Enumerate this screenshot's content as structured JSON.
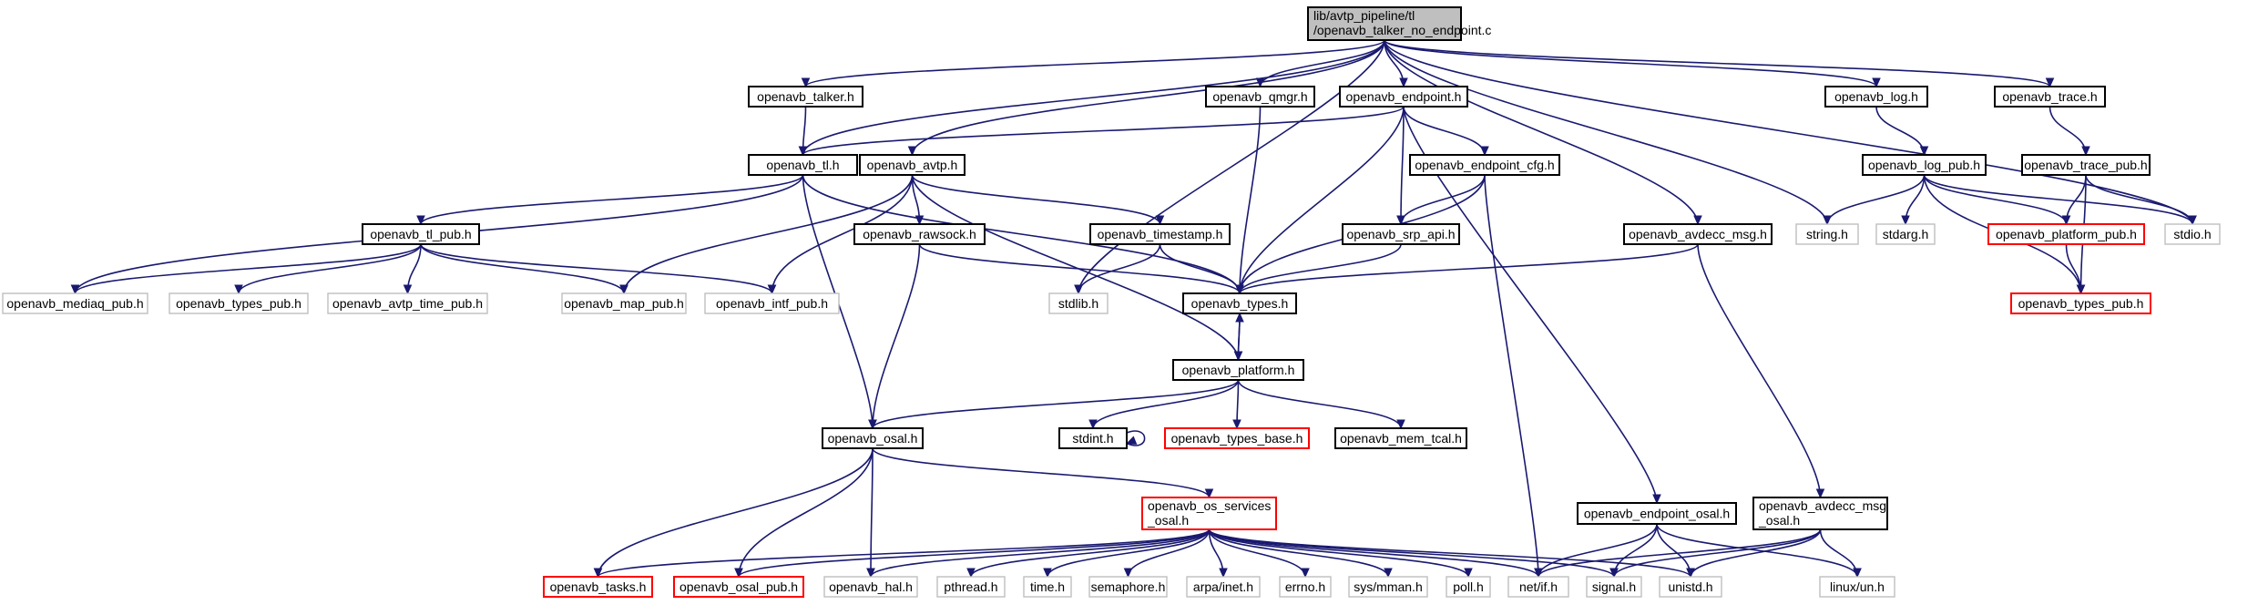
{
  "graph": {
    "nodes": [
      {
        "id": "main",
        "kind": "main",
        "lines": [
          "lib/avtp_pipeline/tl",
          "/openavb_talker_no_endpoint.c"
        ]
      },
      {
        "id": "talker_h",
        "kind": "local",
        "lines": [
          "openavb_talker.h"
        ]
      },
      {
        "id": "qmgr_h",
        "kind": "local",
        "lines": [
          "openavb_qmgr.h"
        ]
      },
      {
        "id": "endpoint_h",
        "kind": "local",
        "lines": [
          "openavb_endpoint.h"
        ]
      },
      {
        "id": "log_h",
        "kind": "local",
        "lines": [
          "openavb_log.h"
        ]
      },
      {
        "id": "trace_h",
        "kind": "local",
        "lines": [
          "openavb_trace.h"
        ]
      },
      {
        "id": "tl_h",
        "kind": "local",
        "lines": [
          "openavb_tl.h"
        ]
      },
      {
        "id": "avtp_h",
        "kind": "local",
        "lines": [
          "openavb_avtp.h"
        ]
      },
      {
        "id": "endpoint_cfg_h",
        "kind": "local",
        "lines": [
          "openavb_endpoint_cfg.h"
        ]
      },
      {
        "id": "log_pub_h",
        "kind": "local",
        "lines": [
          "openavb_log_pub.h"
        ]
      },
      {
        "id": "trace_pub_h",
        "kind": "local",
        "lines": [
          "openavb_trace_pub.h"
        ]
      },
      {
        "id": "tl_pub_h",
        "kind": "local",
        "lines": [
          "openavb_tl_pub.h"
        ]
      },
      {
        "id": "rawsock_h",
        "kind": "local",
        "lines": [
          "openavb_rawsock.h"
        ]
      },
      {
        "id": "timestamp_h",
        "kind": "local",
        "lines": [
          "openavb_timestamp.h"
        ]
      },
      {
        "id": "srp_api_h",
        "kind": "local",
        "lines": [
          "openavb_srp_api.h"
        ]
      },
      {
        "id": "avdecc_msg_h",
        "kind": "local",
        "lines": [
          "openavb_avdecc_msg.h"
        ]
      },
      {
        "id": "string_h",
        "kind": "system",
        "lines": [
          "string.h"
        ]
      },
      {
        "id": "stdarg_h",
        "kind": "system",
        "lines": [
          "stdarg.h"
        ]
      },
      {
        "id": "platform_pub_h",
        "kind": "truncated",
        "lines": [
          "openavb_platform_pub.h"
        ]
      },
      {
        "id": "stdio_h",
        "kind": "system",
        "lines": [
          "stdio.h"
        ]
      },
      {
        "id": "mediaq_pub_h",
        "kind": "system",
        "lines": [
          "openavb_mediaq_pub.h"
        ]
      },
      {
        "id": "types_pub_h",
        "kind": "system",
        "lines": [
          "openavb_types_pub.h"
        ]
      },
      {
        "id": "avtp_time_pub_h",
        "kind": "system",
        "lines": [
          "openavb_avtp_time_pub.h"
        ]
      },
      {
        "id": "map_pub_h",
        "kind": "system",
        "lines": [
          "openavb_map_pub.h"
        ]
      },
      {
        "id": "intf_pub_h",
        "kind": "system",
        "lines": [
          "openavb_intf_pub.h"
        ]
      },
      {
        "id": "stdlib_h",
        "kind": "system",
        "lines": [
          "stdlib.h"
        ]
      },
      {
        "id": "types_h",
        "kind": "local",
        "lines": [
          "openavb_types.h"
        ]
      },
      {
        "id": "types_pub_h_r",
        "kind": "truncated",
        "lines": [
          "openavb_types_pub.h"
        ]
      },
      {
        "id": "platform_h",
        "kind": "local",
        "lines": [
          "openavb_platform.h"
        ]
      },
      {
        "id": "osal_h",
        "kind": "local",
        "lines": [
          "openavb_osal.h"
        ]
      },
      {
        "id": "stdint_h",
        "kind": "local",
        "lines": [
          "stdint.h"
        ]
      },
      {
        "id": "types_base_h",
        "kind": "truncated",
        "lines": [
          "openavb_types_base.h"
        ]
      },
      {
        "id": "mem_tcal_h",
        "kind": "local",
        "lines": [
          "openavb_mem_tcal.h"
        ]
      },
      {
        "id": "os_services_osal_h",
        "kind": "truncated",
        "lines": [
          "openavb_os_services",
          "_osal.h"
        ]
      },
      {
        "id": "endpoint_osal_h",
        "kind": "local",
        "lines": [
          "openavb_endpoint_osal.h"
        ]
      },
      {
        "id": "avdecc_msg_osal_h",
        "kind": "local",
        "lines": [
          "openavb_avdecc_msg",
          "_osal.h"
        ]
      },
      {
        "id": "tasks_h",
        "kind": "truncated",
        "lines": [
          "openavb_tasks.h"
        ]
      },
      {
        "id": "osal_pub_h",
        "kind": "truncated",
        "lines": [
          "openavb_osal_pub.h"
        ]
      },
      {
        "id": "hal_h",
        "kind": "system",
        "lines": [
          "openavb_hal.h"
        ]
      },
      {
        "id": "pthread_h",
        "kind": "system",
        "lines": [
          "pthread.h"
        ]
      },
      {
        "id": "time_h",
        "kind": "system",
        "lines": [
          "time.h"
        ]
      },
      {
        "id": "semaphore_h",
        "kind": "system",
        "lines": [
          "semaphore.h"
        ]
      },
      {
        "id": "arpa_inet_h",
        "kind": "system",
        "lines": [
          "arpa/inet.h"
        ]
      },
      {
        "id": "errno_h",
        "kind": "system",
        "lines": [
          "errno.h"
        ]
      },
      {
        "id": "sys_mman_h",
        "kind": "system",
        "lines": [
          "sys/mman.h"
        ]
      },
      {
        "id": "poll_h",
        "kind": "system",
        "lines": [
          "poll.h"
        ]
      },
      {
        "id": "net_if_h",
        "kind": "system",
        "lines": [
          "net/if.h"
        ]
      },
      {
        "id": "signal_h",
        "kind": "system",
        "lines": [
          "signal.h"
        ]
      },
      {
        "id": "unistd_h",
        "kind": "system",
        "lines": [
          "unistd.h"
        ]
      },
      {
        "id": "linux_un_h",
        "kind": "system",
        "lines": [
          "linux/un.h"
        ]
      }
    ],
    "edges": [
      [
        "main",
        "talker_h"
      ],
      [
        "main",
        "tl_h"
      ],
      [
        "main",
        "avtp_h"
      ],
      [
        "main",
        "stdlib_h"
      ],
      [
        "main",
        "qmgr_h"
      ],
      [
        "main",
        "endpoint_h"
      ],
      [
        "main",
        "avdecc_msg_h"
      ],
      [
        "main",
        "string_h"
      ],
      [
        "main",
        "log_h"
      ],
      [
        "main",
        "trace_h"
      ],
      [
        "main",
        "stdio_h"
      ],
      [
        "talker_h",
        "tl_h"
      ],
      [
        "qmgr_h",
        "types_h"
      ],
      [
        "endpoint_h",
        "tl_h"
      ],
      [
        "endpoint_h",
        "types_h"
      ],
      [
        "endpoint_h",
        "srp_api_h"
      ],
      [
        "endpoint_h",
        "endpoint_cfg_h"
      ],
      [
        "endpoint_h",
        "endpoint_osal_h"
      ],
      [
        "log_h",
        "log_pub_h"
      ],
      [
        "trace_h",
        "trace_pub_h"
      ],
      [
        "tl_h",
        "mediaq_pub_h"
      ],
      [
        "tl_h",
        "tl_pub_h"
      ],
      [
        "tl_h",
        "types_h"
      ],
      [
        "tl_h",
        "osal_h"
      ],
      [
        "avtp_h",
        "intf_pub_h"
      ],
      [
        "avtp_h",
        "map_pub_h"
      ],
      [
        "avtp_h",
        "rawsock_h"
      ],
      [
        "avtp_h",
        "timestamp_h"
      ],
      [
        "avtp_h",
        "platform_h"
      ],
      [
        "endpoint_cfg_h",
        "srp_api_h"
      ],
      [
        "endpoint_cfg_h",
        "types_h"
      ],
      [
        "endpoint_cfg_h",
        "net_if_h"
      ],
      [
        "log_pub_h",
        "string_h"
      ],
      [
        "log_pub_h",
        "stdarg_h"
      ],
      [
        "log_pub_h",
        "platform_pub_h"
      ],
      [
        "log_pub_h",
        "stdio_h"
      ],
      [
        "log_pub_h",
        "types_pub_h_r"
      ],
      [
        "trace_pub_h",
        "platform_pub_h"
      ],
      [
        "trace_pub_h",
        "stdio_h"
      ],
      [
        "trace_pub_h",
        "types_pub_h_r"
      ],
      [
        "tl_pub_h",
        "mediaq_pub_h"
      ],
      [
        "tl_pub_h",
        "types_pub_h"
      ],
      [
        "tl_pub_h",
        "avtp_time_pub_h"
      ],
      [
        "tl_pub_h",
        "map_pub_h"
      ],
      [
        "tl_pub_h",
        "intf_pub_h"
      ],
      [
        "rawsock_h",
        "types_h"
      ],
      [
        "rawsock_h",
        "osal_h"
      ],
      [
        "timestamp_h",
        "stdlib_h"
      ],
      [
        "timestamp_h",
        "types_h"
      ],
      [
        "srp_api_h",
        "types_h"
      ],
      [
        "avdecc_msg_h",
        "types_h"
      ],
      [
        "avdecc_msg_h",
        "avdecc_msg_osal_h"
      ],
      [
        "platform_pub_h",
        "types_pub_h_r"
      ],
      [
        "types_h",
        "platform_h"
      ],
      [
        "platform_h",
        "types_h"
      ],
      [
        "platform_h",
        "osal_h"
      ],
      [
        "platform_h",
        "stdint_h"
      ],
      [
        "platform_h",
        "types_base_h"
      ],
      [
        "platform_h",
        "mem_tcal_h"
      ],
      [
        "stdint_h",
        "stdint_h"
      ],
      [
        "osal_h",
        "tasks_h"
      ],
      [
        "osal_h",
        "osal_pub_h"
      ],
      [
        "osal_h",
        "hal_h"
      ],
      [
        "osal_h",
        "os_services_osal_h"
      ],
      [
        "os_services_osal_h",
        "tasks_h"
      ],
      [
        "os_services_osal_h",
        "osal_pub_h"
      ],
      [
        "os_services_osal_h",
        "hal_h"
      ],
      [
        "os_services_osal_h",
        "pthread_h"
      ],
      [
        "os_services_osal_h",
        "time_h"
      ],
      [
        "os_services_osal_h",
        "semaphore_h"
      ],
      [
        "os_services_osal_h",
        "arpa_inet_h"
      ],
      [
        "os_services_osal_h",
        "errno_h"
      ],
      [
        "os_services_osal_h",
        "sys_mman_h"
      ],
      [
        "os_services_osal_h",
        "poll_h"
      ],
      [
        "os_services_osal_h",
        "net_if_h"
      ],
      [
        "os_services_osal_h",
        "signal_h"
      ],
      [
        "os_services_osal_h",
        "unistd_h"
      ],
      [
        "endpoint_osal_h",
        "net_if_h"
      ],
      [
        "endpoint_osal_h",
        "signal_h"
      ],
      [
        "endpoint_osal_h",
        "unistd_h"
      ],
      [
        "endpoint_osal_h",
        "linux_un_h"
      ],
      [
        "avdecc_msg_osal_h",
        "net_if_h"
      ],
      [
        "avdecc_msg_osal_h",
        "signal_h"
      ],
      [
        "avdecc_msg_osal_h",
        "unistd_h"
      ],
      [
        "avdecc_msg_osal_h",
        "linux_un_h"
      ]
    ]
  },
  "colors": {
    "edge": "#191970",
    "main_fill": "#bfbfbf",
    "local_border": "#000000",
    "system_border": "#bfbfbf",
    "truncated_border": "#ff0000"
  }
}
